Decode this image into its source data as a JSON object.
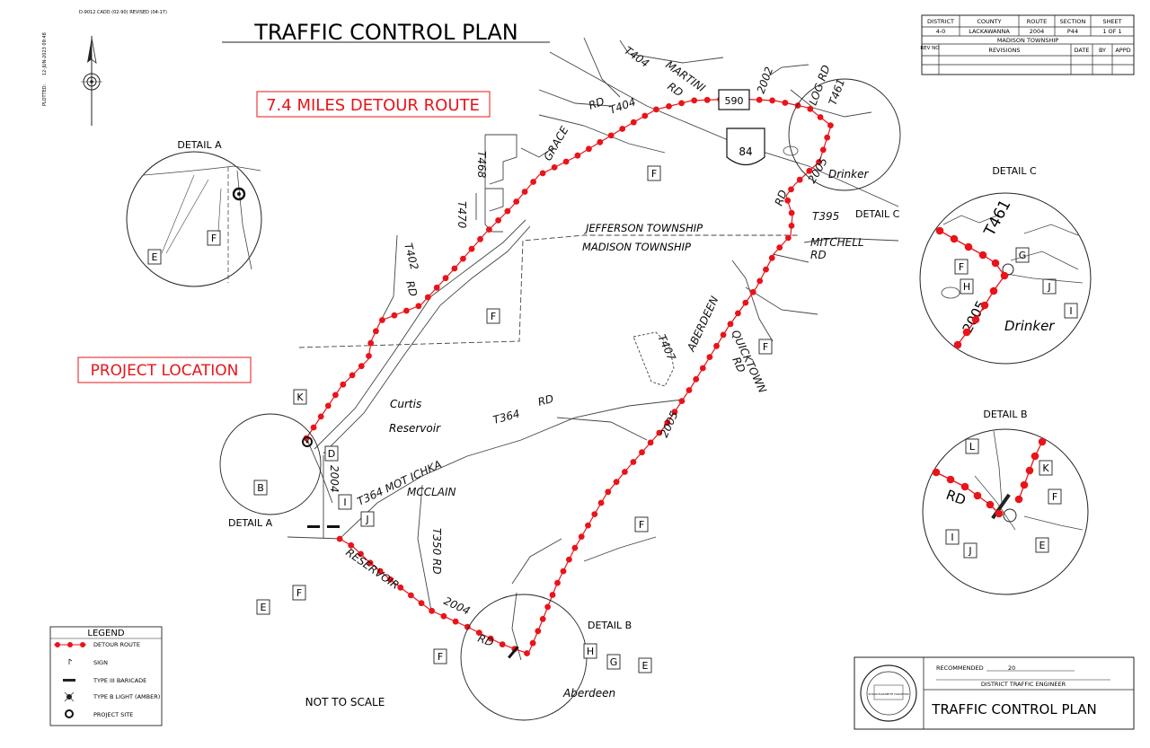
{
  "header": {
    "form_no": "D-9012 CADD (02-90) REVISED (04-17)",
    "side_plotted": "PLOTTED:",
    "side_date": "12-JUN-2023 09:48"
  },
  "title": "TRAFFIC CONTROL PLAN",
  "detour_banner": "7.4 MILES DETOUR ROUTE",
  "project_banner": "PROJECT LOCATION",
  "info_block": {
    "headers": [
      "DISTRICT",
      "COUNTY",
      "ROUTE",
      "SECTION",
      "SHEET"
    ],
    "values": [
      "4-0",
      "LACKAWANNA",
      "2004",
      "P44",
      "1 OF 1"
    ],
    "township": "MADISON TOWNSHIP",
    "rev_no": "REV NO",
    "revisions": "REVISIONS",
    "date": "DATE",
    "by": "BY",
    "appd": "APPD"
  },
  "legend": {
    "title": "LEGEND",
    "items": [
      "DETOUR ROUTE",
      "SIGN",
      "TYPE III BARICADE",
      "TYPE B LIGHT (AMBER)",
      "PROJECT SITE"
    ]
  },
  "scale_note": "NOT TO SCALE",
  "approval": {
    "recommended": "RECOMMENDED",
    "year": "20",
    "engineer": "DISTRICT TRAFFIC ENGINEER",
    "title": "TRAFFIC CONTROL PLAN",
    "seal_text": "SUSAN ELIZABETH HAZLETON"
  },
  "townships": {
    "north": "JEFFERSON TOWNSHIP",
    "south": "MADISON TOWNSHIP"
  },
  "route_shields": {
    "sr": "590",
    "interstate": "84"
  },
  "road_labels": {
    "martini": "MARTINI",
    "martini_rd": "RD",
    "t404_a": "T404",
    "t404_b": "T404",
    "rd_t404": "RD",
    "grace": "GRACE",
    "t468": "T468",
    "t470": "T470",
    "t402": "T402",
    "t402_rd": "RD",
    "r2002": "2002",
    "log_rd": "LOG RD",
    "t461": "T461",
    "r2005_north": "2005",
    "rd_east": "RD",
    "t395": "T395",
    "mitchell": "MITCHELL",
    "mitchell_rd": "RD",
    "aberdeen": "ABERDEEN",
    "quicktown": "QUICKTOWN",
    "quicktown_rd": "RD",
    "t407": "T407",
    "t364": "T364",
    "t364_rd": "RD",
    "r2005_south": "2005",
    "t364_moticka": "T364 MOT ICHKA",
    "mcclain": "MCCLAIN",
    "t350": "T350 RD",
    "r2004_west": "2004",
    "reservoir": "RESERVOIR",
    "r2004_south": "2004",
    "rd_south": "RD"
  },
  "places": {
    "drinker": "Drinker",
    "curtis": "Curtis",
    "reservoir": "Reservoir",
    "aberdeen": "Aberdeen"
  },
  "details": {
    "a": "DETAIL A",
    "a_bottom": "DETAIL A",
    "b": "DETAIL B",
    "b_bottom": "DETAIL B",
    "c": "DETAIL C",
    "c_callout": "DETAIL C",
    "c_t461": "T461",
    "c_2005": "2005",
    "c_drinker": "Drinker",
    "b_rd": "RD"
  },
  "sign_letters": {
    "B": "B",
    "D": "D",
    "E": "E",
    "F": "F",
    "G": "G",
    "H": "H",
    "I": "I",
    "J": "J",
    "K": "K",
    "L": "L"
  },
  "colors": {
    "detour": "#e8141a",
    "line": "#222222",
    "banner": "#e8141a"
  }
}
